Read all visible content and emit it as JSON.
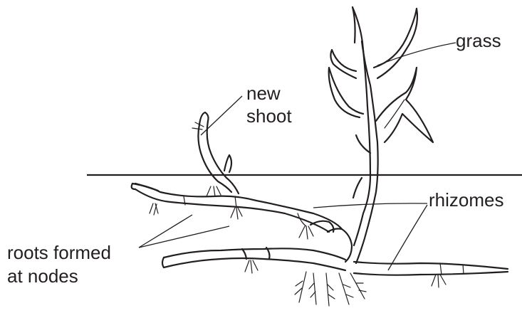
{
  "labels": {
    "grass": "grass",
    "new_shoot_line1": "new",
    "new_shoot_line2": "shoot",
    "rhizomes": "rhizomes",
    "roots_line1": "roots formed",
    "roots_line2": "at nodes"
  },
  "colors": {
    "ink": "#231f20",
    "background": "#ffffff"
  }
}
